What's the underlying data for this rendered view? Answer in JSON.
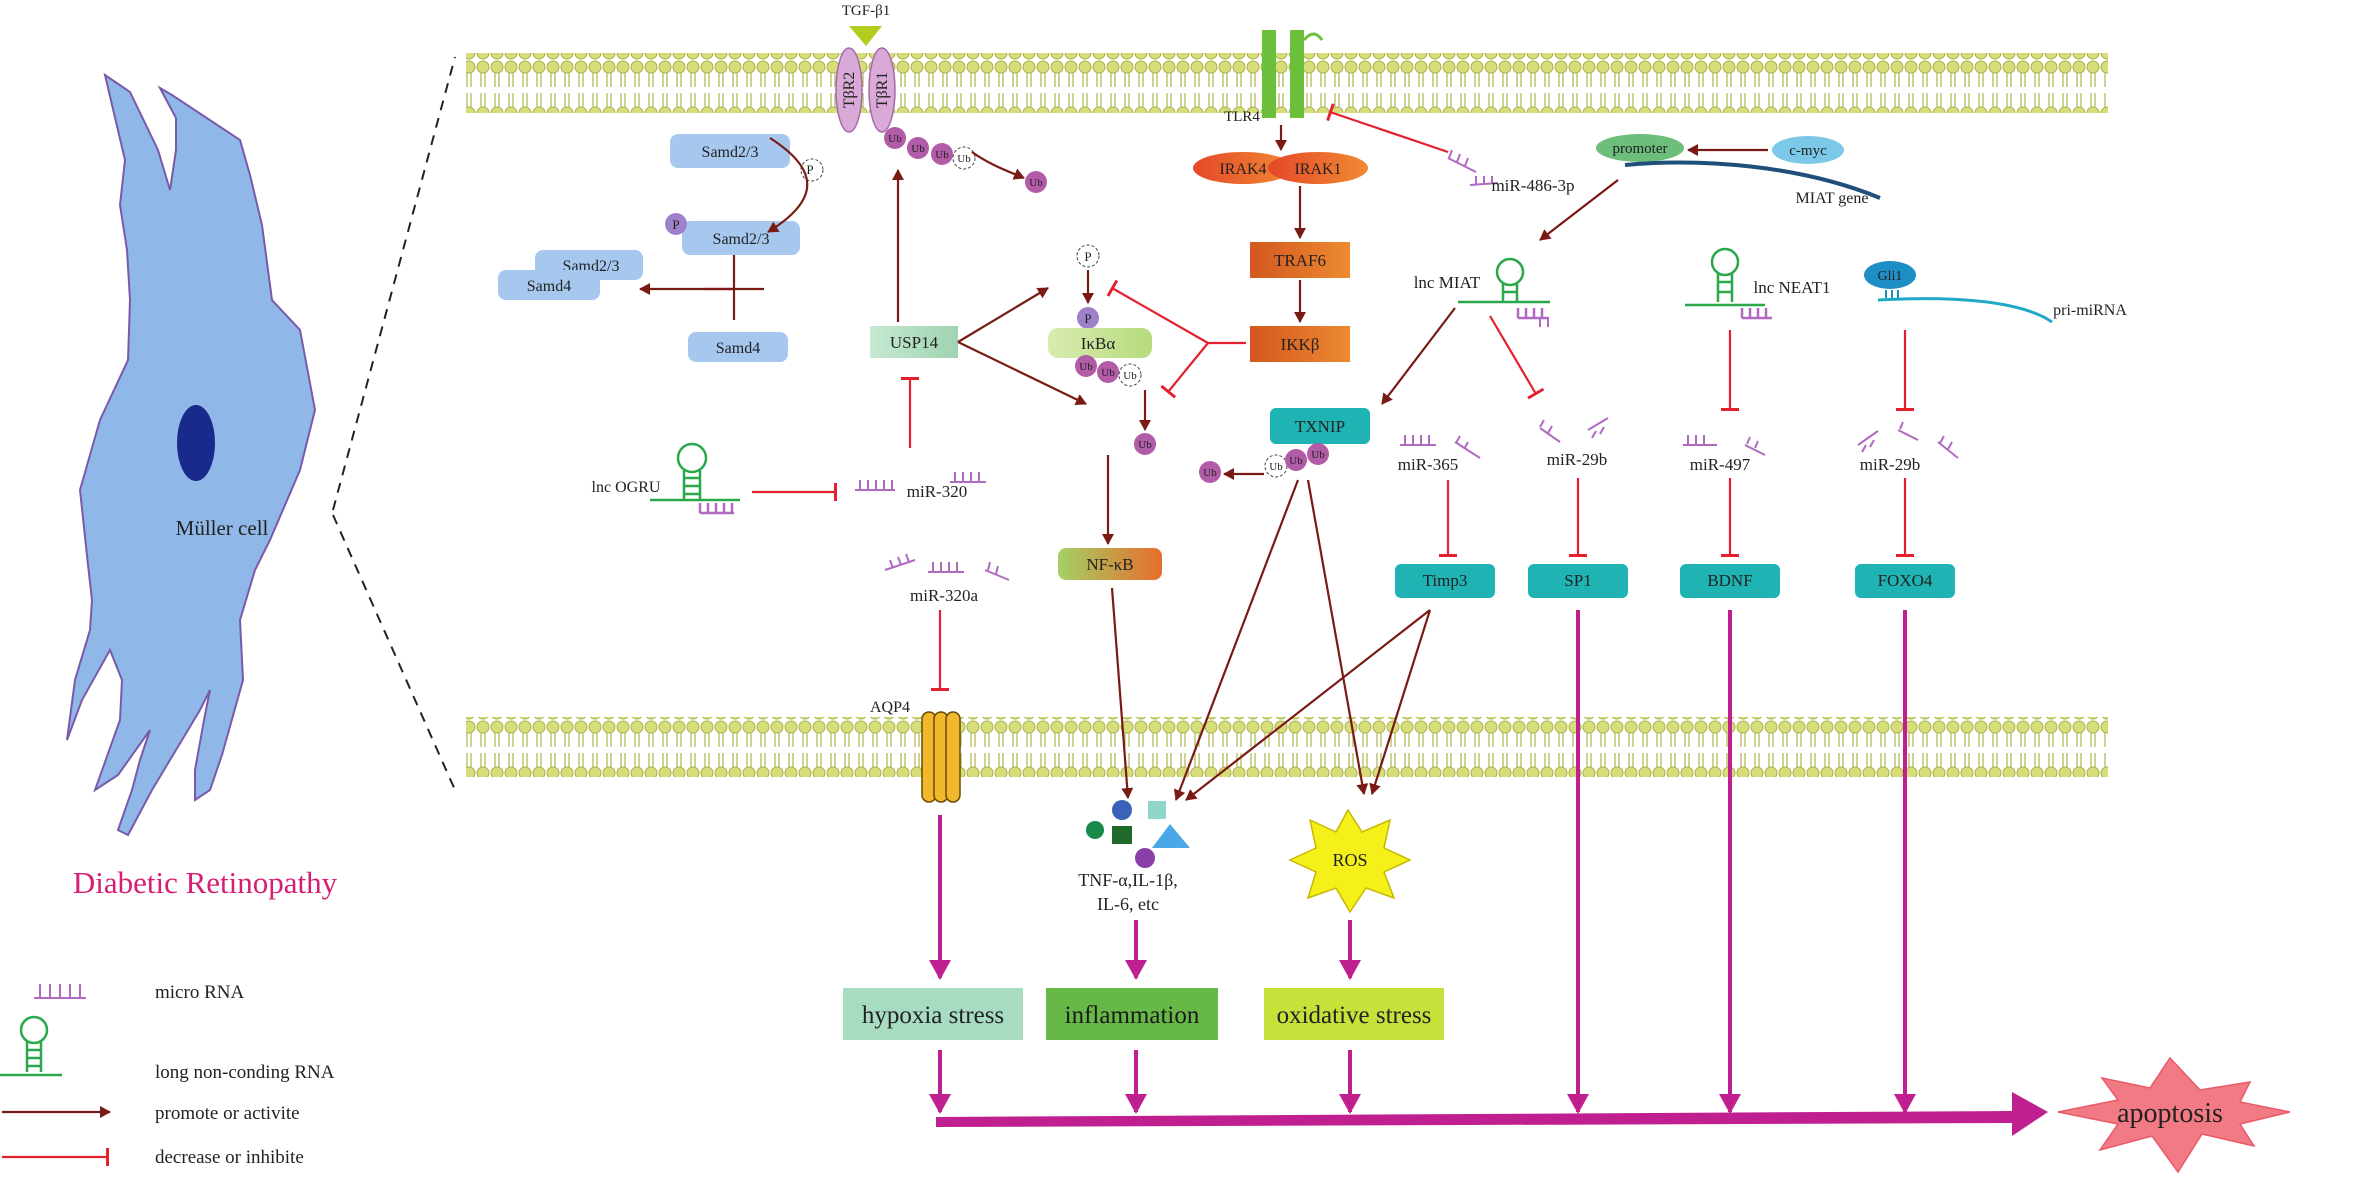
{
  "cell": {
    "label": "Müller cell",
    "disease": "Diabetic Retinopathy"
  },
  "legend": {
    "microrna": "micro RNA",
    "lncrna": "long non-conding RNA",
    "promote": "promote or activite",
    "inhibit": "decrease or inhibite"
  },
  "receptors": {
    "ligand": "TGF-β1",
    "tbr2": "TβR2",
    "tbr1": "TβR1",
    "tlr4": "TLR4",
    "aqp4": "AQP4"
  },
  "smad": {
    "a": "Samd2/3",
    "b": "Samd2/3",
    "c": "Samd2/3",
    "d": "Samd4",
    "e": "Samd4"
  },
  "phospho": "P",
  "ub": "Ub",
  "nodes": {
    "usp14": "USP14",
    "ikba": "IκBα",
    "nfkb": "NF-κB",
    "irak4": "IRAK4",
    "irak1": "IRAK1",
    "traf6": "TRAF6",
    "ikkb": "IKKβ",
    "txnip": "TXNIP",
    "timp3": "Timp3",
    "sp1": "SP1",
    "bdnf": "BDNF",
    "foxo4": "FOXO4",
    "promoter": "promoter",
    "cmyc": "c-myc",
    "gli1": "Gli1",
    "ros": "ROS"
  },
  "rnas": {
    "lnc_ogru": "lnc OGRU",
    "mir320": "miR-320",
    "mir320a": "miR-320a",
    "mir486": "miR-486-3p",
    "lnc_miat": "lnc MIAT",
    "miat_gene": "MIAT gene",
    "mir365": "miR-365",
    "mir29b_a": "miR-29b",
    "lnc_neat1": "lnc NEAT1",
    "mir497": "miR-497",
    "pri_mirna": "pri-miRNA",
    "mir29b_b": "miR-29b"
  },
  "cytokines": {
    "line1": "TNF-α,IL-1β,",
    "line2": "IL-6, etc"
  },
  "outcomes": {
    "hypoxia": "hypoxia stress",
    "inflammation": "inflammation",
    "oxidative": "oxidative stress",
    "apoptosis": "apoptosis"
  },
  "colors": {
    "promote": "#7a1a14",
    "inhibit": "#e5202e",
    "final": "#c0208f",
    "cell": "#8fb8e8",
    "smad": "#a7c8ee",
    "teal": "#1fb3b3",
    "orange": "#e0642a",
    "membrane": "#c8d36a"
  }
}
